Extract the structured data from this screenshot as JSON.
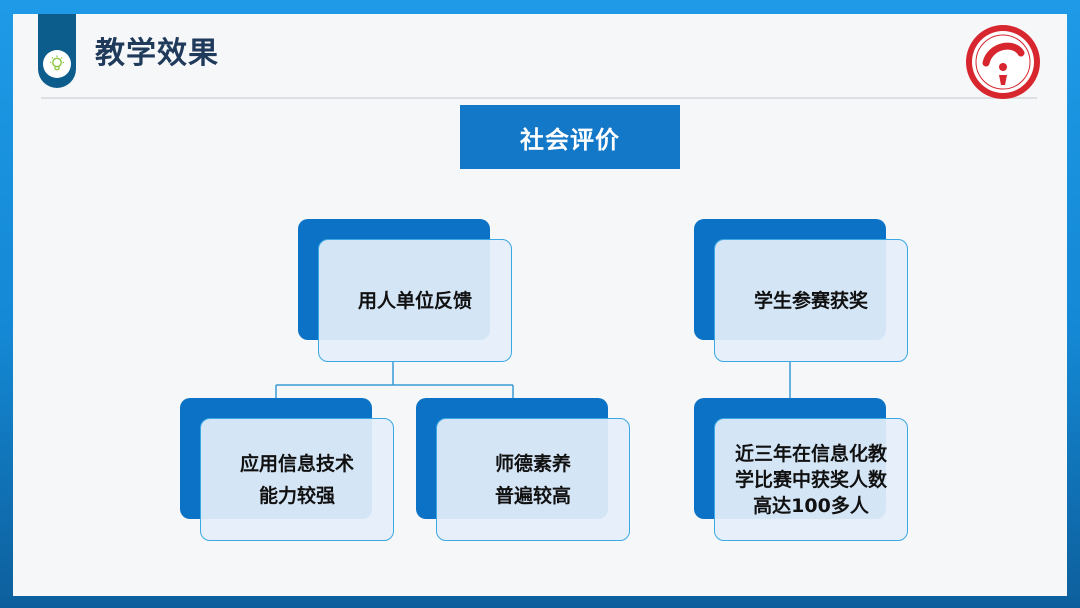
{
  "header": {
    "title": "教学效果"
  },
  "logo": {
    "name": "university-seal"
  },
  "root": {
    "label": "社会评价"
  },
  "cards": {
    "employer_feedback": {
      "lines": [
        "用人单位反馈"
      ]
    },
    "student_awards": {
      "lines": [
        "学生参赛获奖"
      ]
    },
    "it_skills": {
      "lines": [
        "应用信息技术",
        "能力较强"
      ]
    },
    "ethics": {
      "lines": [
        "师德素养",
        "普遍较高"
      ]
    },
    "award_count": {
      "lines": [
        "近三年在信息化教",
        "学比赛中获奖人数",
        "高达100多人"
      ]
    }
  },
  "colors": {
    "accent": "#1478c8",
    "card_back": "#0b72c6",
    "card_border": "#3aa8e2",
    "title": "#1f3a5a",
    "frame": "#1e9ae6",
    "seal": "#d7262e"
  },
  "icons": {
    "bookmark": "lightbulb-icon"
  }
}
